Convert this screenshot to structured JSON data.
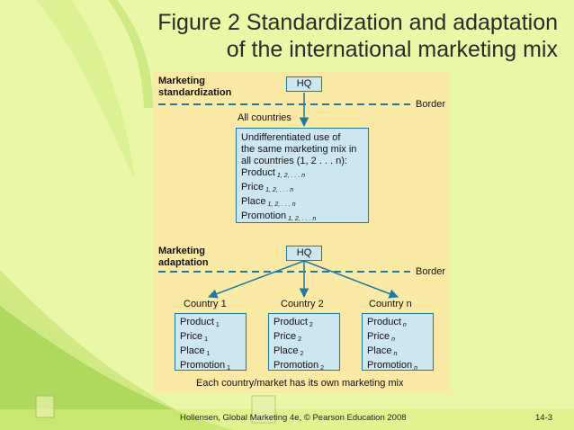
{
  "title_lines": [
    "Figure 2 Standardization and adaptation",
    "of the international marketing mix"
  ],
  "standardization": {
    "heading": [
      "Marketing",
      "standardization"
    ],
    "hq": "HQ",
    "border": "Border",
    "all_countries": "All countries",
    "box_lines": [
      "Undifferentiated use of",
      "the same marketing mix in",
      "all countries (1, 2 . . . n):"
    ],
    "mix": [
      {
        "name": "Product",
        "sub": "1, 2, . . . n"
      },
      {
        "name": "Price",
        "sub": "1, 2, . . . n"
      },
      {
        "name": "Place",
        "sub": "1, 2, . . . n"
      },
      {
        "name": "Promotion",
        "sub": "1, 2, . . . n"
      }
    ]
  },
  "adaptation": {
    "heading": [
      "Marketing",
      "adaptation"
    ],
    "hq": "HQ",
    "border": "Border",
    "countries": [
      {
        "label": "Country 1",
        "mix": [
          {
            "name": "Product",
            "sub": "1"
          },
          {
            "name": "Price",
            "sub": "1"
          },
          {
            "name": "Place",
            "sub": "1"
          },
          {
            "name": "Promotion",
            "sub": "1"
          }
        ]
      },
      {
        "label": "Country 2",
        "mix": [
          {
            "name": "Product",
            "sub": "2"
          },
          {
            "name": "Price",
            "sub": "2"
          },
          {
            "name": "Place",
            "sub": "2"
          },
          {
            "name": "Promotion",
            "sub": "2"
          }
        ]
      },
      {
        "label": "Country n",
        "mix": [
          {
            "name": "Product",
            "sub": "n"
          },
          {
            "name": "Price",
            "sub": "n"
          },
          {
            "name": "Place",
            "sub": "n"
          },
          {
            "name": "Promotion",
            "sub": "n"
          }
        ]
      }
    ],
    "caption": "Each country/market has its own marketing mix"
  },
  "footer": "Hollensen, Global Marketing 4e, © Pearson Education 2008",
  "page_number": "14-3",
  "colors": {
    "background": "#eaf7a6",
    "panel": "#fbeaa6",
    "box_fill": "#cde7f2",
    "line_blue": "#1f7aa3",
    "swirl_green": "#8cc63f"
  }
}
